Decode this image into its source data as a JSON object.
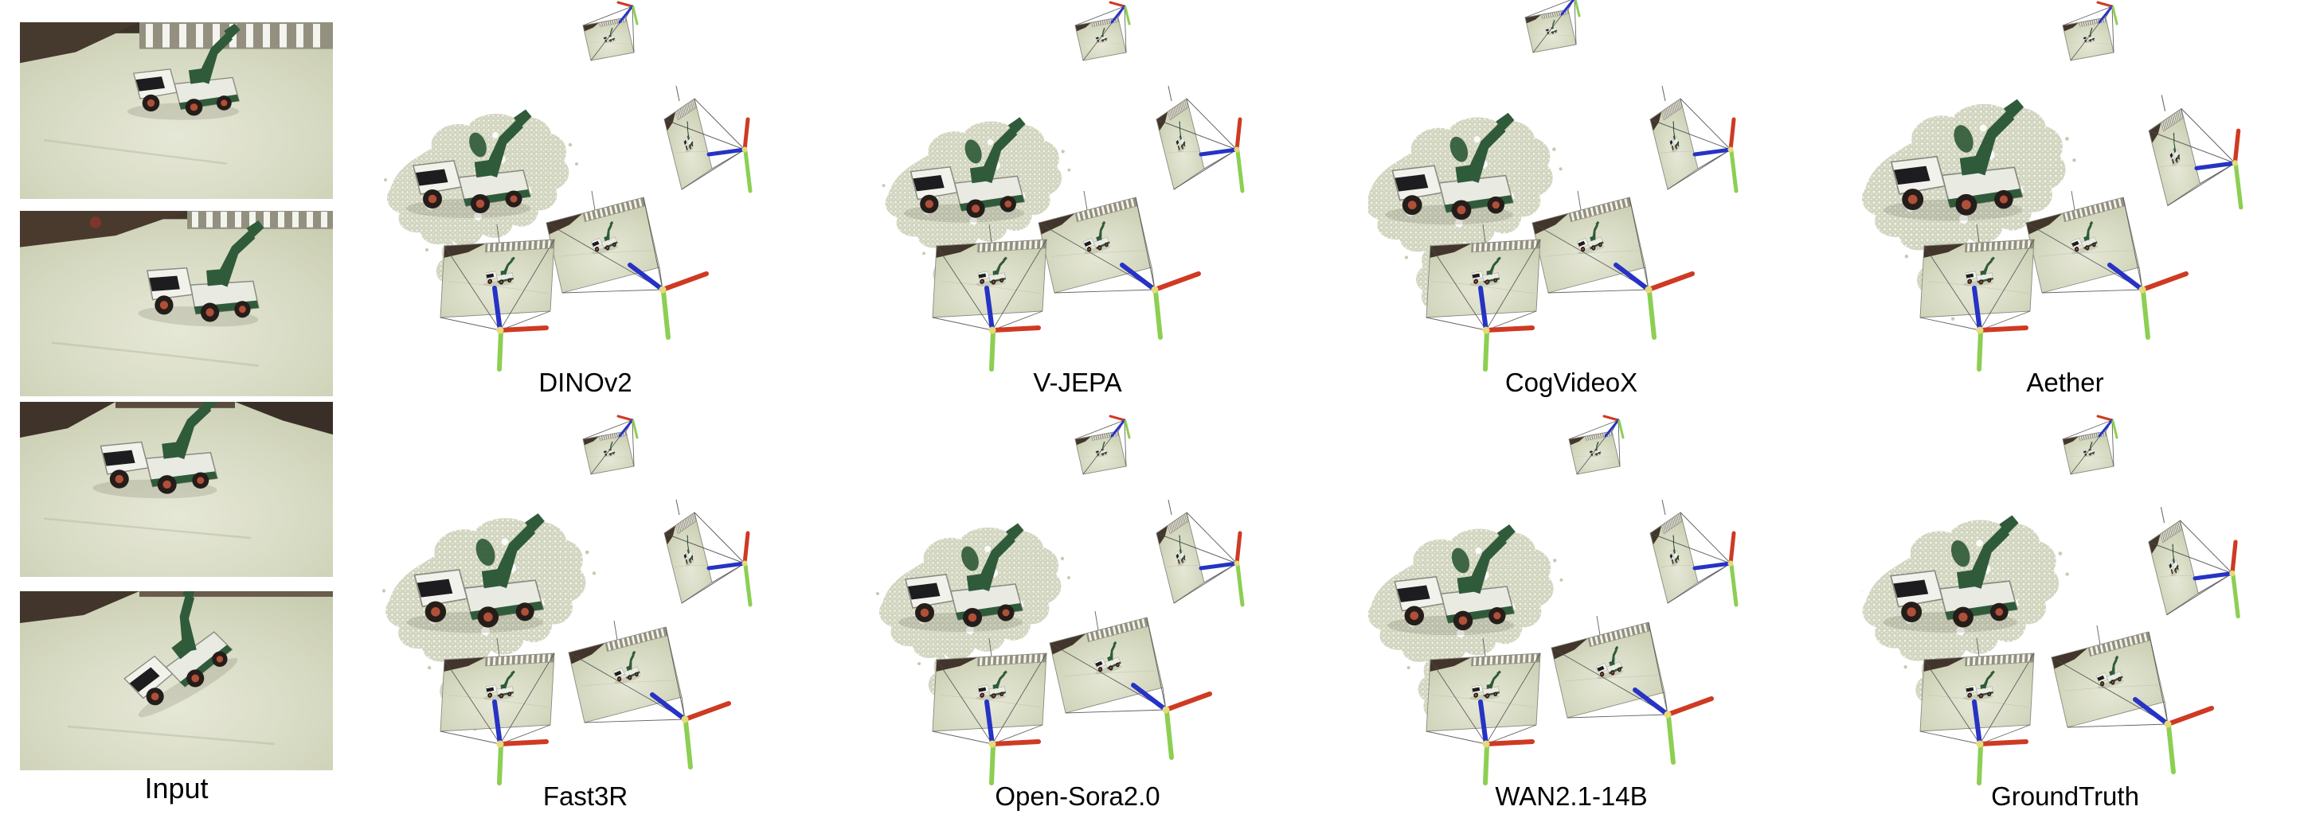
{
  "figure": {
    "input": {
      "label": "Input",
      "photo_count": 4
    },
    "panels": [
      {
        "id": "dinov2",
        "label": "DINOv2"
      },
      {
        "id": "v-jepa",
        "label": "V-JEPA"
      },
      {
        "id": "cogvideox",
        "label": "CogVideoX"
      },
      {
        "id": "aether",
        "label": "Aether"
      },
      {
        "id": "fast3r",
        "label": "Fast3R"
      },
      {
        "id": "open-sora2-0",
        "label": "Open-Sora2.0"
      },
      {
        "id": "wan2-1-14b",
        "label": "WAN2.1-14B"
      },
      {
        "id": "groundtruth",
        "label": "GroundTruth"
      }
    ],
    "colors": {
      "background": "#ffffff",
      "axis_x_red": "#cf3a22",
      "axis_y_green": "#8ccf52",
      "axis_z_blue": "#2633c4",
      "camera_center_dot": "#e6da7c",
      "point_cloud": "#d2d5bf",
      "label_text": "#000000"
    }
  }
}
